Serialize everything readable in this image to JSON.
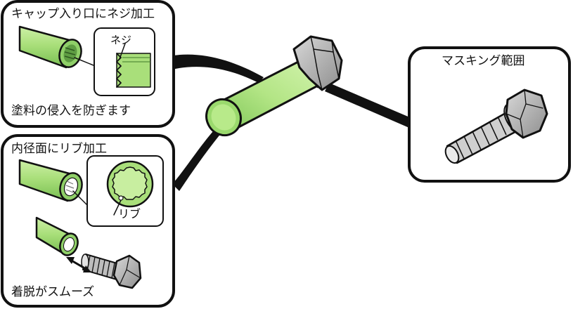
{
  "callouts": {
    "cap_thread": {
      "title": "キャップ入り口にネジ加工",
      "detail_label": "ネジ",
      "caption": "塗料の侵入を防ぎます"
    },
    "inner_rib": {
      "title": "内径面にリブ加工",
      "detail_label": "リブ",
      "caption": "着脱がスムーズ"
    },
    "masking": {
      "title": "マスキング範囲"
    }
  },
  "colors": {
    "cap_green": "#a9df7a",
    "cap_green_dark": "#6fb84c",
    "bolt_gray": "#c7c7c7",
    "outline": "#111111"
  }
}
